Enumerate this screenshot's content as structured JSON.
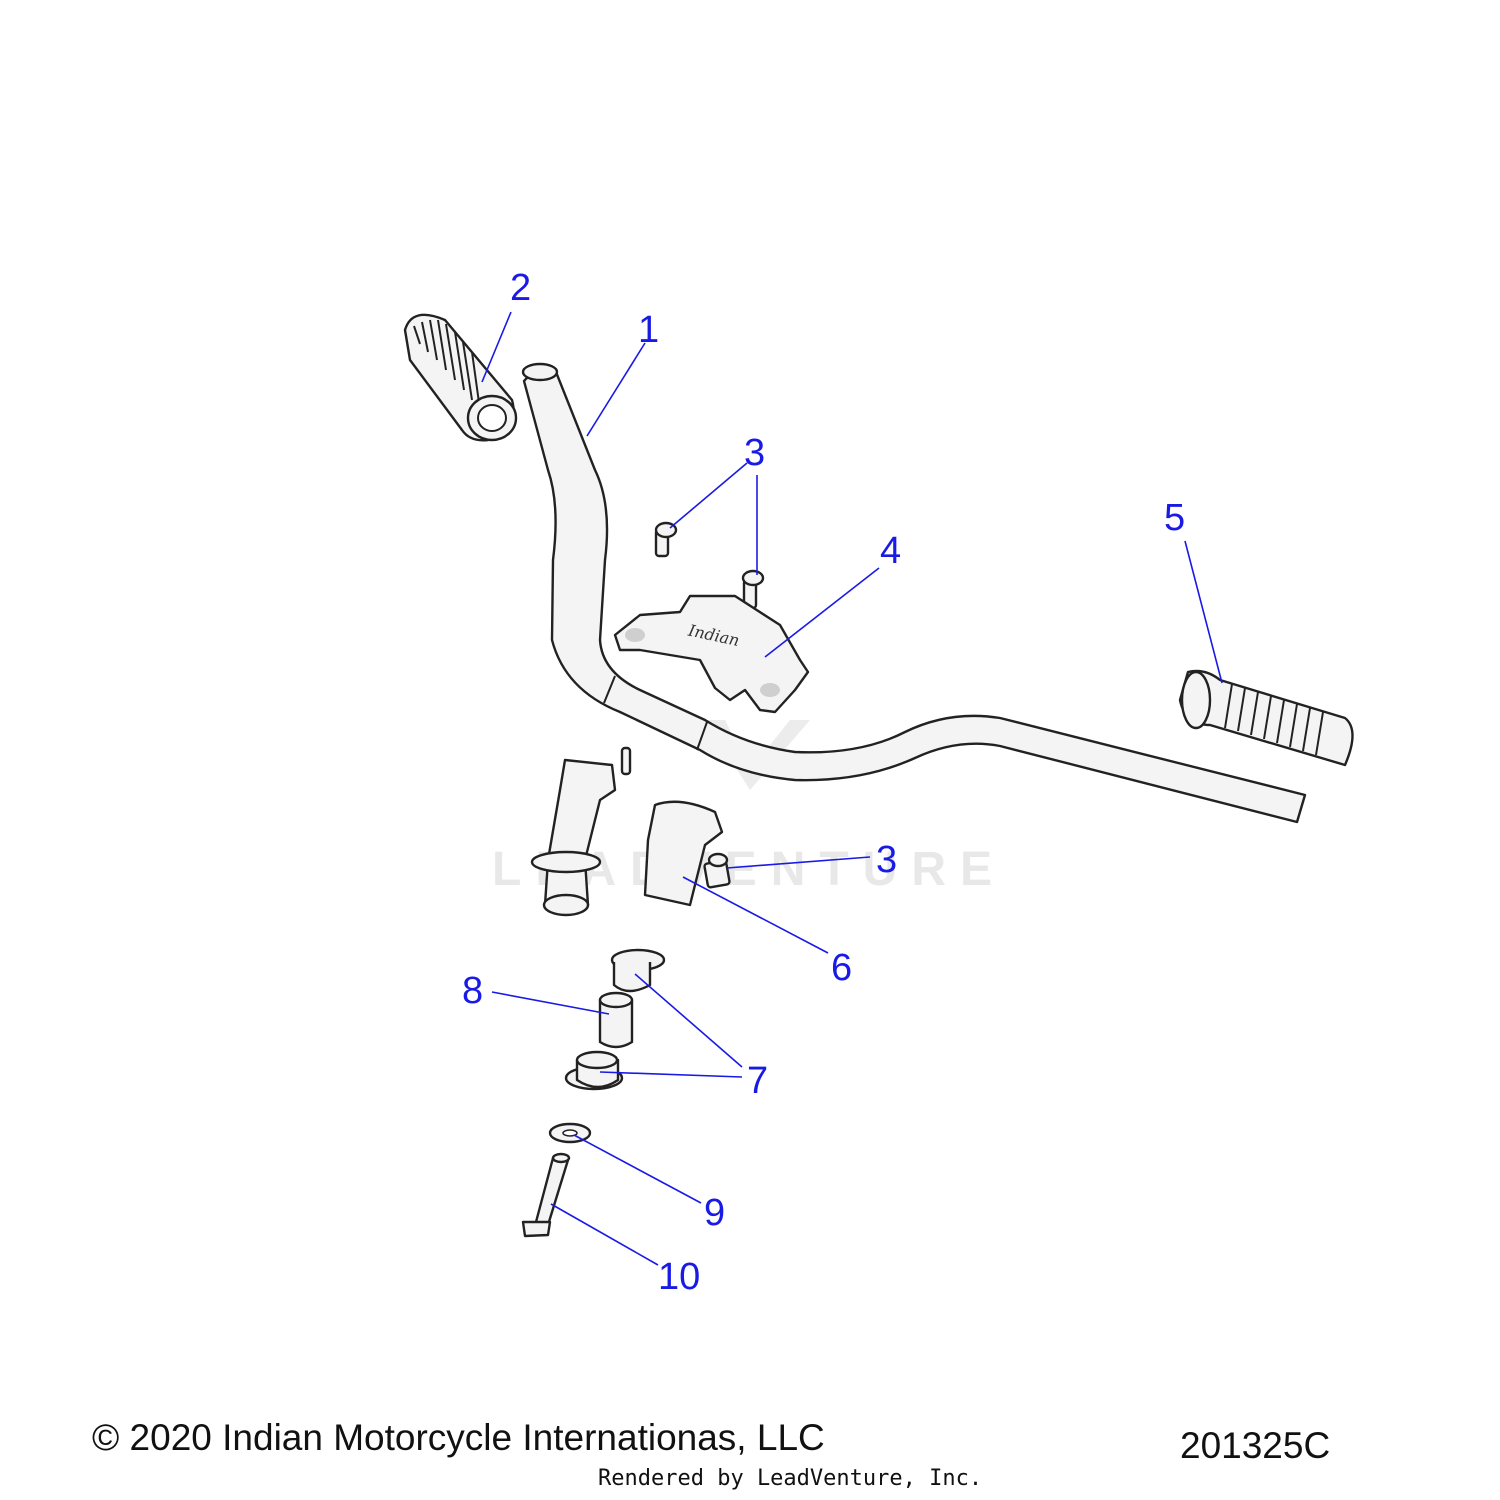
{
  "callouts": [
    {
      "id": "1",
      "label": "1"
    },
    {
      "id": "2",
      "label": "2"
    },
    {
      "id": "3a",
      "label": "3"
    },
    {
      "id": "3b",
      "label": "3"
    },
    {
      "id": "4",
      "label": "4"
    },
    {
      "id": "5",
      "label": "5"
    },
    {
      "id": "6",
      "label": "6"
    },
    {
      "id": "7",
      "label": "7"
    },
    {
      "id": "8",
      "label": "8"
    },
    {
      "id": "9",
      "label": "9"
    },
    {
      "id": "10",
      "label": "10"
    }
  ],
  "clamp_logo_text": "Indian",
  "watermark": "LEADVENTURE",
  "footer": {
    "copyright": "© 2020 Indian Motorcycle Internationas, LLC",
    "drawing_number": "201325C",
    "rendered_by": "Rendered by LeadVenture, Inc."
  },
  "colors": {
    "callout": "#1a1ae6",
    "linework": "#222222",
    "watermark": "#e8e8e8"
  }
}
